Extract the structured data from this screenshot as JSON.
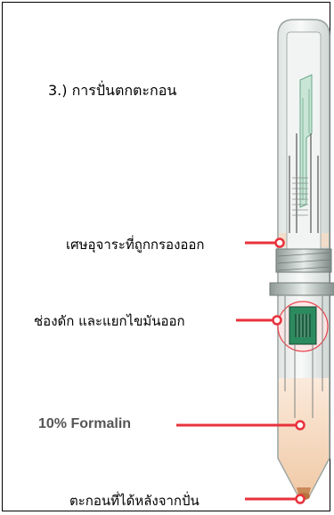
{
  "title": "3.) การปั่นตกตะกอน",
  "labels": {
    "debris": "เศษอุจาระที่ถูกกรองออก",
    "chamber": "ช่องดัก และแยกไขมันออก",
    "formalin": "10% Formalin",
    "sediment": "ตะกอนที่ได้หลังจากปั่น"
  },
  "colors": {
    "pointer": "#e8323c",
    "tube_glass": "#eef1ef",
    "tube_outline": "#9aa3a0",
    "formalin_fill": "#f6d7bd",
    "sediment_fill": "#c98a57",
    "filter_green": "#2f9a6a"
  }
}
